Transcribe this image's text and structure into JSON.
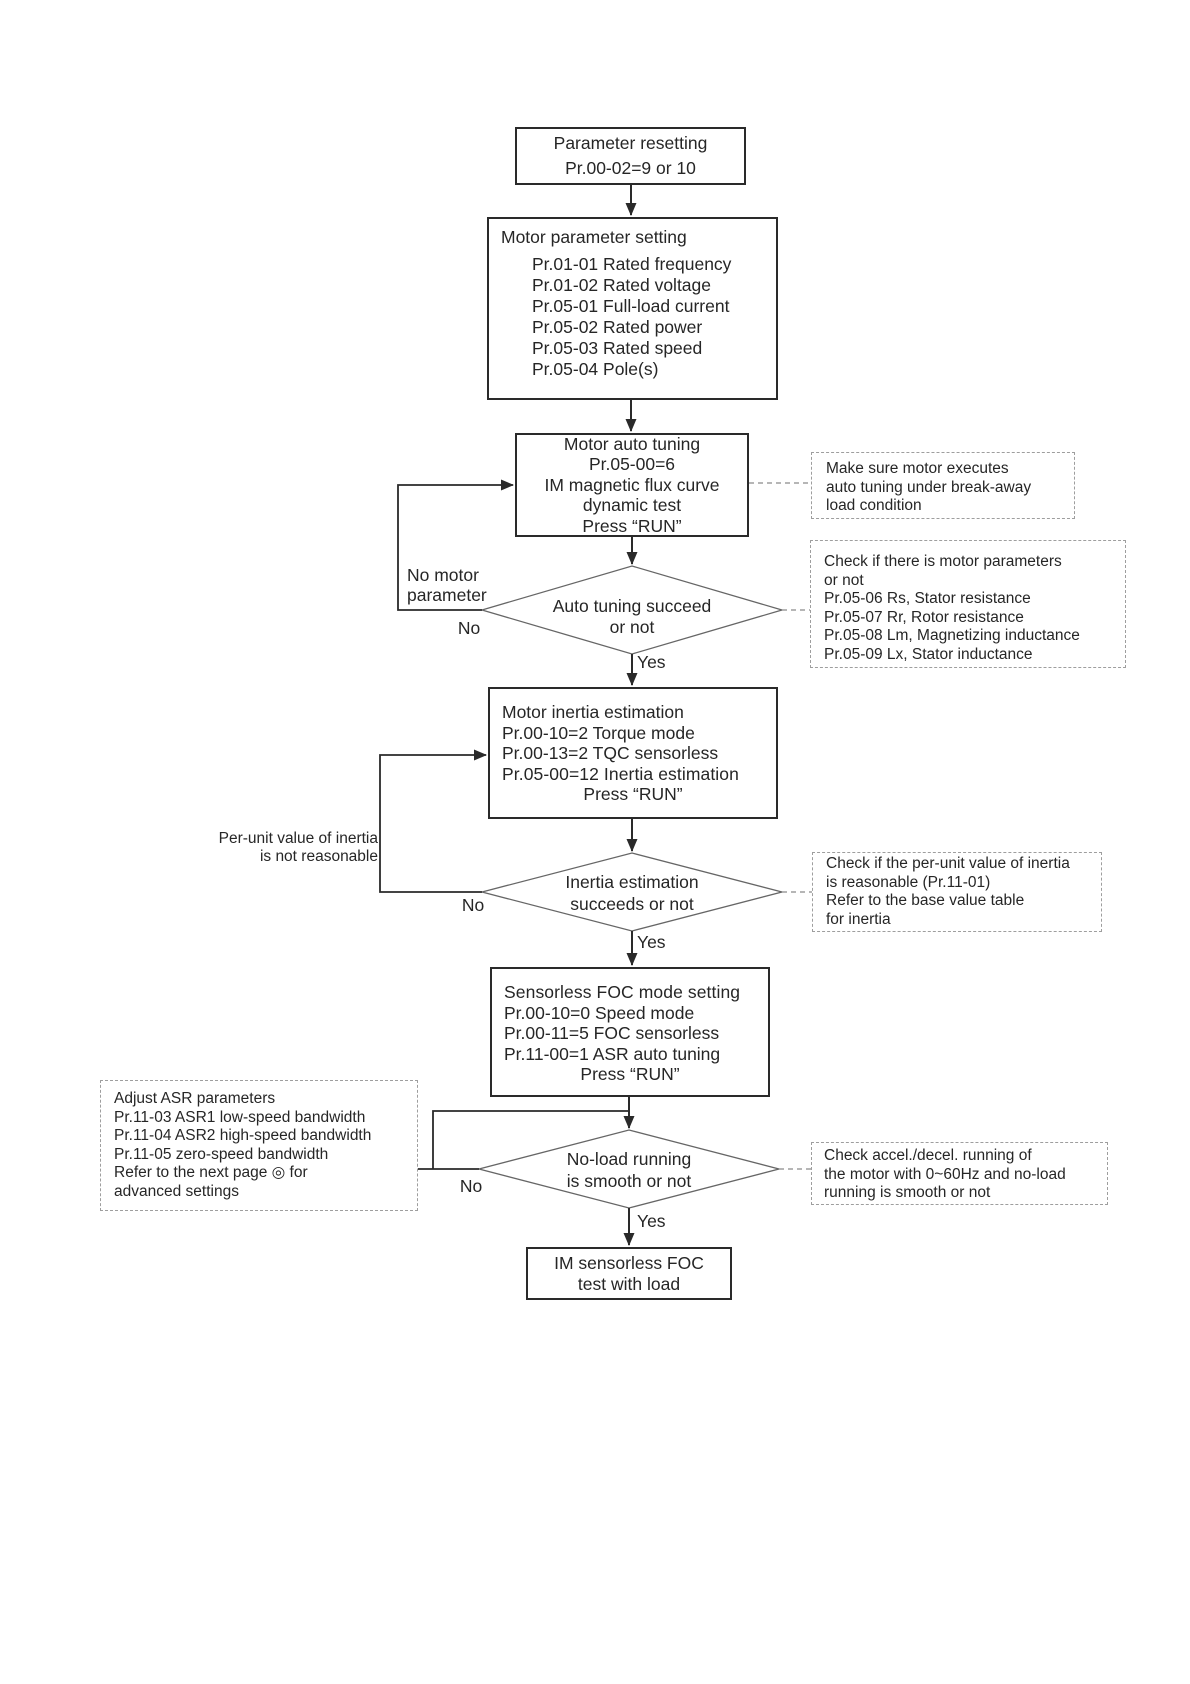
{
  "nodes": {
    "param_reset": {
      "lines": [
        "Parameter resetting",
        "Pr.00-02=9 or 10"
      ]
    },
    "motor_param_setting": {
      "title": "Motor parameter setting",
      "items": [
        "Pr.01-01 Rated frequency",
        "Pr.01-02 Rated voltage",
        "Pr.05-01 Full-load current",
        "Pr.05-02 Rated power",
        "Pr.05-03 Rated speed",
        "Pr.05-04 Pole(s)"
      ]
    },
    "motor_auto_tuning": {
      "lines": [
        "Motor auto tuning",
        "Pr.05-00=6",
        "IM magnetic flux curve",
        "dynamic test",
        "Press “RUN”"
      ]
    },
    "decision_auto_tuning": {
      "lines": [
        "Auto tuning succeed",
        "or not"
      ]
    },
    "motor_inertia_estimation": {
      "lines": [
        "Motor inertia estimation",
        "Pr.00-10=2 Torque mode",
        "Pr.00-13=2 TQC sensorless",
        "Pr.05-00=12 Inertia estimation",
        "Press “RUN”"
      ]
    },
    "decision_inertia": {
      "lines": [
        "Inertia estimation",
        "succeeds or not"
      ]
    },
    "sensorless_foc_setting": {
      "lines": [
        "Sensorless FOC mode setting",
        "Pr.00-10=0 Speed mode",
        "Pr.00-11=5 FOC sensorless",
        "Pr.11-00=1 ASR auto tuning",
        "Press “RUN”"
      ]
    },
    "decision_no_load": {
      "lines": [
        "No-load running",
        "is smooth or not"
      ]
    },
    "im_sensorless_test": {
      "lines": [
        "IM sensorless FOC",
        "test with load"
      ]
    }
  },
  "notes": {
    "break_away": {
      "lines": [
        "Make sure motor executes",
        "auto tuning under break-away",
        "load condition"
      ]
    },
    "check_motor_params": {
      "lines": [
        "Check if there is motor parameters",
        "or not",
        "Pr.05-06 Rs, Stator resistance",
        "Pr.05-07 Rr, Rotor resistance",
        "Pr.05-08 Lm, Magnetizing inductance",
        "Pr.05-09 Lx, Stator inductance"
      ]
    },
    "check_inertia": {
      "lines": [
        "Check if the per-unit value of inertia",
        "is reasonable (Pr.11-01)",
        "Refer to the base value table",
        "for inertia"
      ]
    },
    "adjust_asr": {
      "lines": [
        "Adjust ASR parameters",
        "Pr.11-03 ASR1 low-speed bandwidth",
        "Pr.11-04 ASR2 high-speed bandwidth",
        "Pr.11-05 zero-speed bandwidth",
        "Refer to the next page ◎ for",
        "advanced settings"
      ]
    },
    "check_accel": {
      "lines": [
        "Check accel./decel. running of",
        "the motor with 0~60Hz and no-load",
        "running is smooth or not"
      ]
    }
  },
  "labels": {
    "yes": "Yes",
    "no": "No",
    "no_motor_parameter": [
      "No motor",
      "parameter"
    ],
    "inertia_not_reasonable": [
      "Per-unit value of inertia",
      "is not reasonable"
    ]
  },
  "colors": {
    "line": "#2a2a2a",
    "diamond_outline": "#666666",
    "dashed": "#9e9e9e",
    "text": "#262626",
    "background": "#ffffff"
  }
}
